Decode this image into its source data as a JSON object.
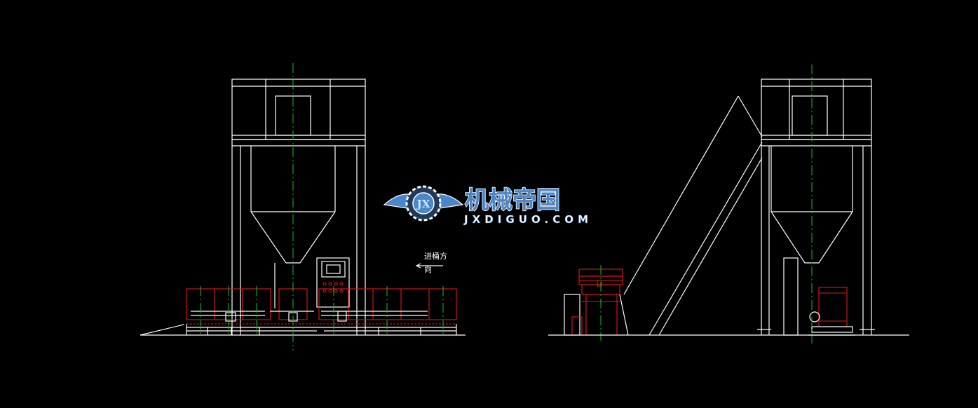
{
  "drawing": {
    "background": "#000000",
    "colors": {
      "outline": "#ffffff",
      "equipment": "#e01818",
      "centerline": "#10c020"
    },
    "annotation": {
      "line1": "进桶方",
      "line2": "向"
    }
  },
  "watermark": {
    "logo_letters": "JX",
    "brand_cn": "机械帝国",
    "brand_en": "JXDIGUO.COM",
    "color": "#4a86c8"
  }
}
